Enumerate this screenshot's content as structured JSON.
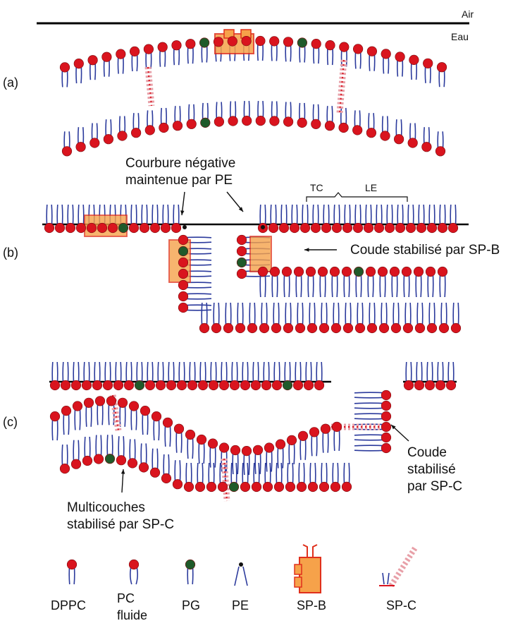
{
  "phases": {
    "air": "Air",
    "water": "Eau"
  },
  "panels": {
    "a": "(a)",
    "b": "(b)",
    "c": "(c)"
  },
  "annotations": {
    "curvature_line1": "Courbure négative",
    "curvature_line2": "maintenue par PE",
    "tc": "TC",
    "le": "LE",
    "elbow_spb": "Coude stabilisé par SP-B",
    "elbow_spc_line1": "Coude",
    "elbow_spc_line2": "stabilisé",
    "elbow_spc_line3": "par SP-C",
    "multilayer_line1": "Multicouches",
    "multilayer_line2": "stabilisé par  SP-C"
  },
  "legend": [
    {
      "key": "dppc",
      "label": "DPPC"
    },
    {
      "key": "pc_fluid",
      "label": "PC",
      "label2": "fluide"
    },
    {
      "key": "pg",
      "label": "PG"
    },
    {
      "key": "pe",
      "label": "PE"
    },
    {
      "key": "spb",
      "label": "SP-B"
    },
    {
      "key": "spc",
      "label": "SP-C"
    }
  ],
  "colors": {
    "headgroup_dppc": "#d9141e",
    "headgroup_pg": "#1f5a2a",
    "headgroup_pe": "#111111",
    "tail": "#2b3a9c",
    "protein_fill": "#f6a24a",
    "protein_stroke": "#e0301c",
    "interface_line": "#000000"
  }
}
